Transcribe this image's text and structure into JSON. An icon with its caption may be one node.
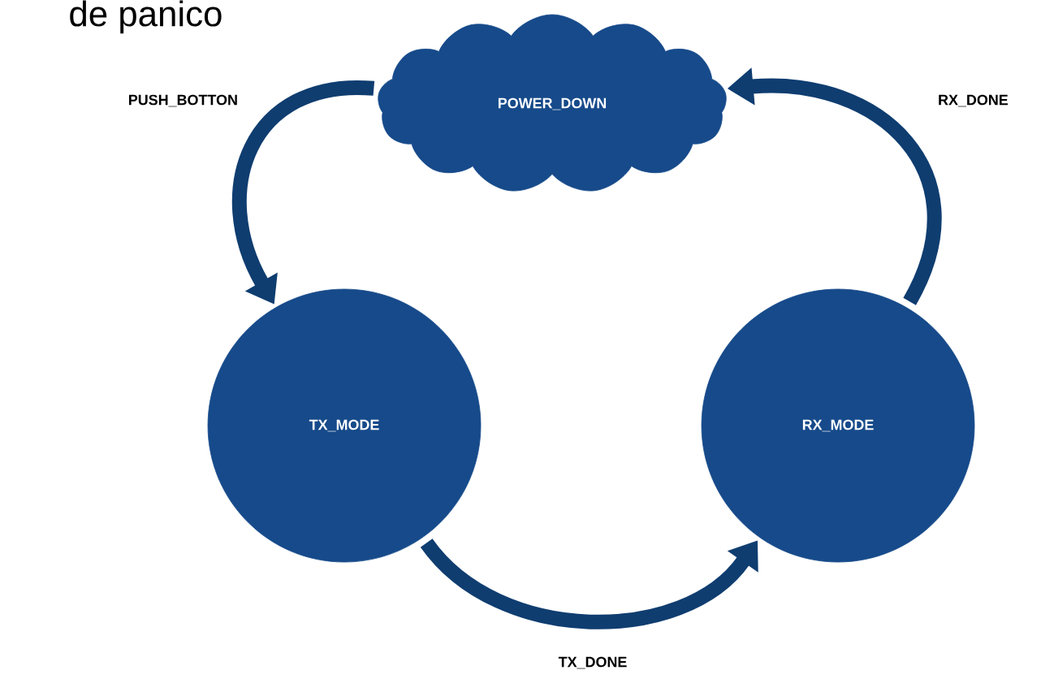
{
  "diagram": {
    "nodes": [
      {
        "text": [
          "POWER_DOWN"
        ]
      },
      {
        "text": [
          "TX_MODE"
        ]
      },
      {
        "text": [
          "RX_MODE"
        ]
      }
    ],
    "edges": [
      {
        "from": 0,
        "to": 1,
        "arrow": "to",
        "label": "PUSH_BOTTON"
      },
      {
        "from": 1,
        "to": 2,
        "arrow": "to",
        "label": "TX_DONE"
      },
      {
        "from": 2,
        "to": 0,
        "arrow": "to",
        "label": "RX_DONE"
      }
    ],
    "labels": [
      "de panico"
    ]
  }
}
